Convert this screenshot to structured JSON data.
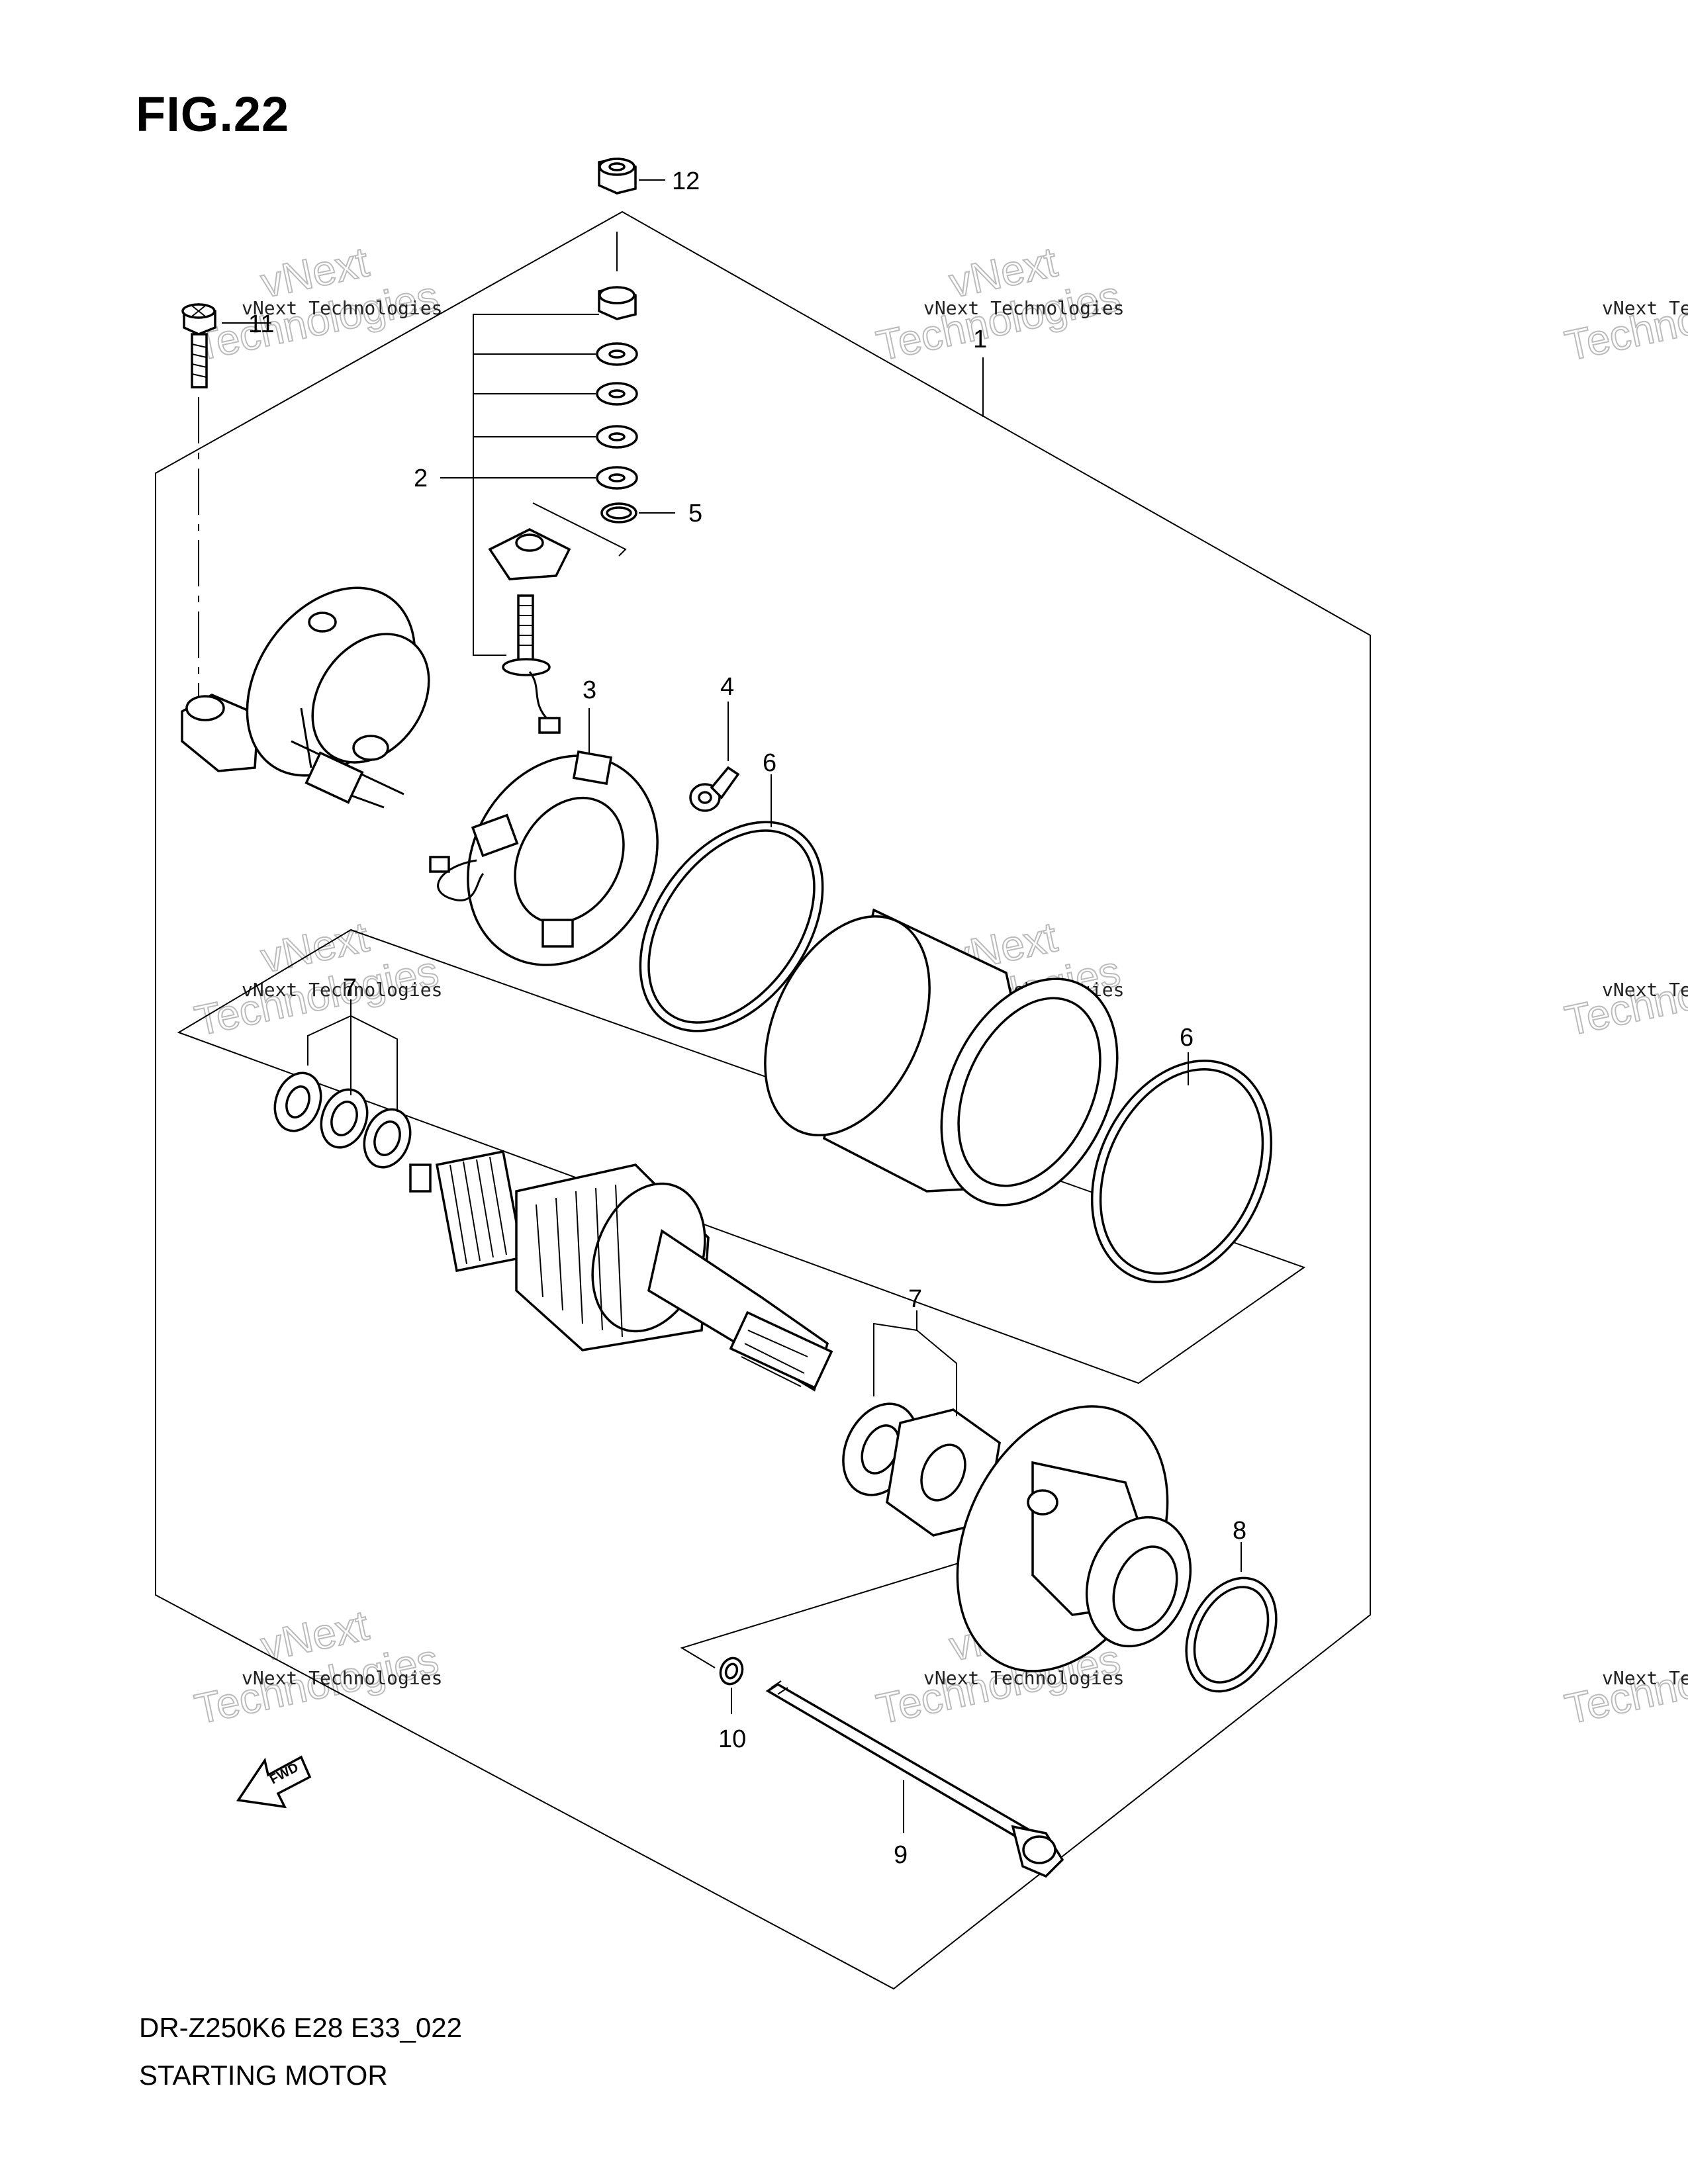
{
  "figure": {
    "title": "FIG.22",
    "model_code": "DR-Z250K6 E28 E33_022",
    "section_name": "STARTING MOTOR",
    "fwd_label": "FWD"
  },
  "callouts": [
    "1",
    "2",
    "3",
    "4",
    "5",
    "6",
    "6",
    "7",
    "7",
    "8",
    "9",
    "10",
    "11",
    "12"
  ],
  "watermark": {
    "brand": "vNext",
    "line1": "vNext Technologies",
    "line2": "Technologies"
  },
  "icons": [
    "fwd-arrow-icon"
  ]
}
